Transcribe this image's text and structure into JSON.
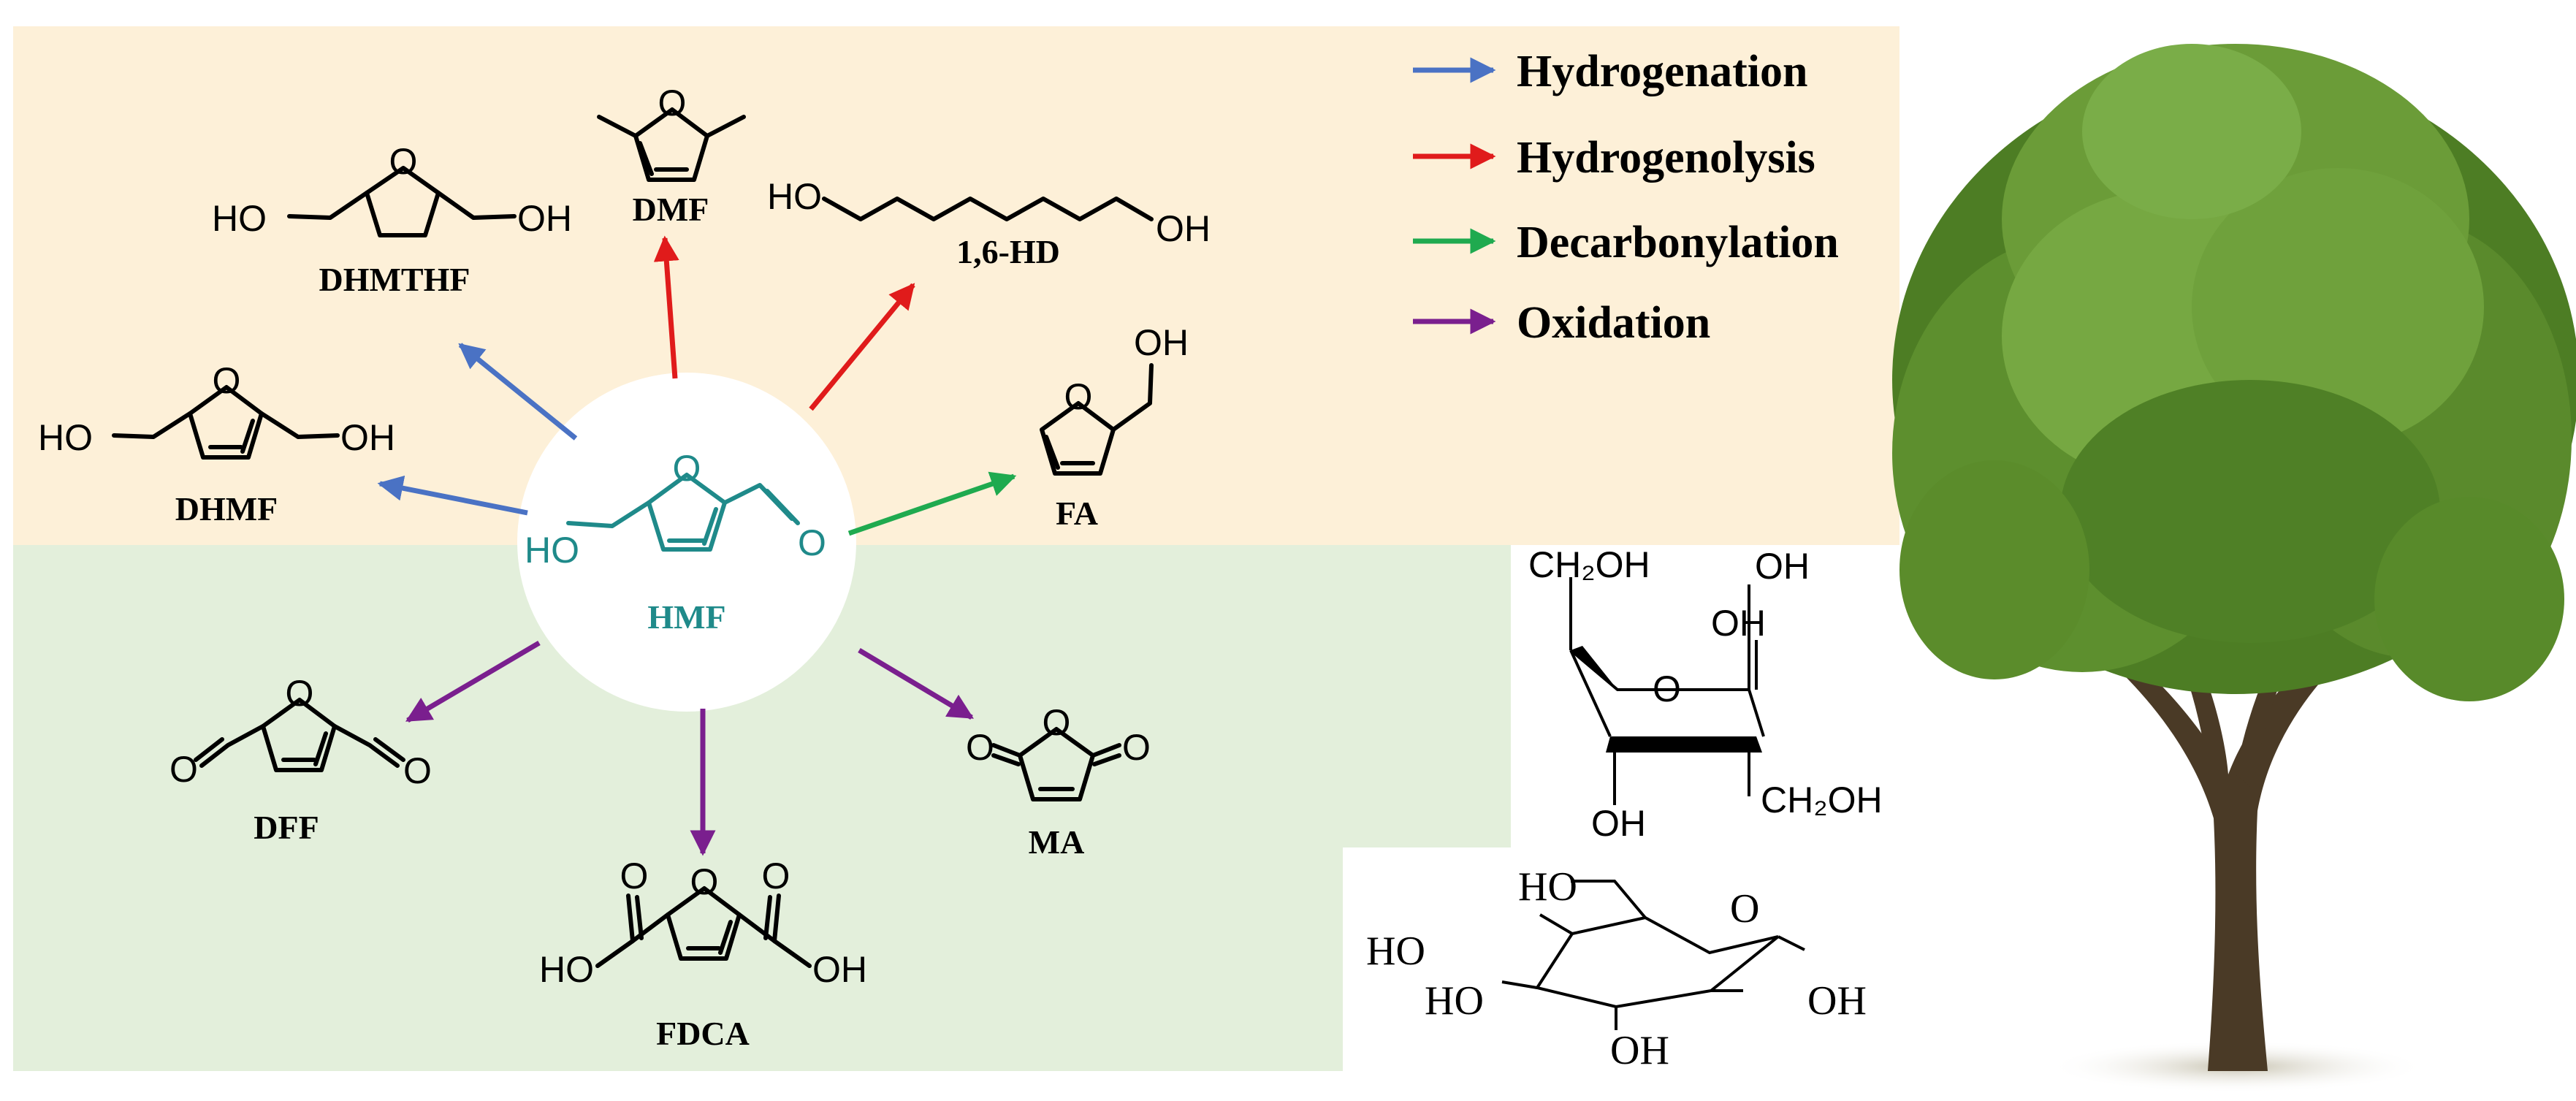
{
  "center": {
    "name": "HMF",
    "atoms": {
      "ho": "HO",
      "o_ring": "O",
      "o_ald": "O"
    }
  },
  "legend": [
    {
      "label": "Hydrogenation",
      "color": "#4a72c4"
    },
    {
      "label": "Hydrogenolysis",
      "color": "#e01b1b"
    },
    {
      "label": "Decarbonylation",
      "color": "#1faa4f"
    },
    {
      "label": "Oxidation",
      "color": "#7a1f8e"
    }
  ],
  "products": {
    "dmf": {
      "name": "DMF",
      "atoms": {
        "o": "O"
      }
    },
    "dhmthf": {
      "name": "DHMTHF",
      "atoms": {
        "ho": "HO",
        "o": "O",
        "oh": "OH"
      }
    },
    "hd": {
      "name": "1,6-HD",
      "atoms": {
        "ho": "HO",
        "oh": "OH"
      }
    },
    "fa": {
      "name": "FA",
      "atoms": {
        "o": "O",
        "oh": "OH"
      }
    },
    "dhmf": {
      "name": "DHMF",
      "atoms": {
        "ho": "HO",
        "o": "O",
        "oh": "OH"
      }
    },
    "dff": {
      "name": "DFF",
      "atoms": {
        "o1": "O",
        "o2": "O",
        "o3": "O"
      }
    },
    "fdca": {
      "name": "FDCA",
      "atoms": {
        "o": "O",
        "o1": "O",
        "o2": "O",
        "ho": "HO",
        "oh": "OH"
      }
    },
    "ma": {
      "name": "MA",
      "atoms": {
        "o1": "O",
        "o2": "O",
        "o3": "O"
      }
    }
  },
  "fructose": {
    "atoms": {
      "ch2oh_top": "CH₂OH",
      "oh1": "OH",
      "oh2": "OH",
      "o": "O",
      "oh3": "OH",
      "ch2oh_bot": "CH₂OH"
    }
  },
  "glucose": {
    "atoms": {
      "ho1": "HO",
      "o": "O",
      "ho2": "HO",
      "ho3": "HO",
      "oh1": "OH",
      "oh2": "OH"
    }
  },
  "colors": {
    "top_panel": "#fdf0d8",
    "bottom_panel": "#e3efdb",
    "hmf_text": "#1f8a8a",
    "tree": "#5d8f2e"
  }
}
